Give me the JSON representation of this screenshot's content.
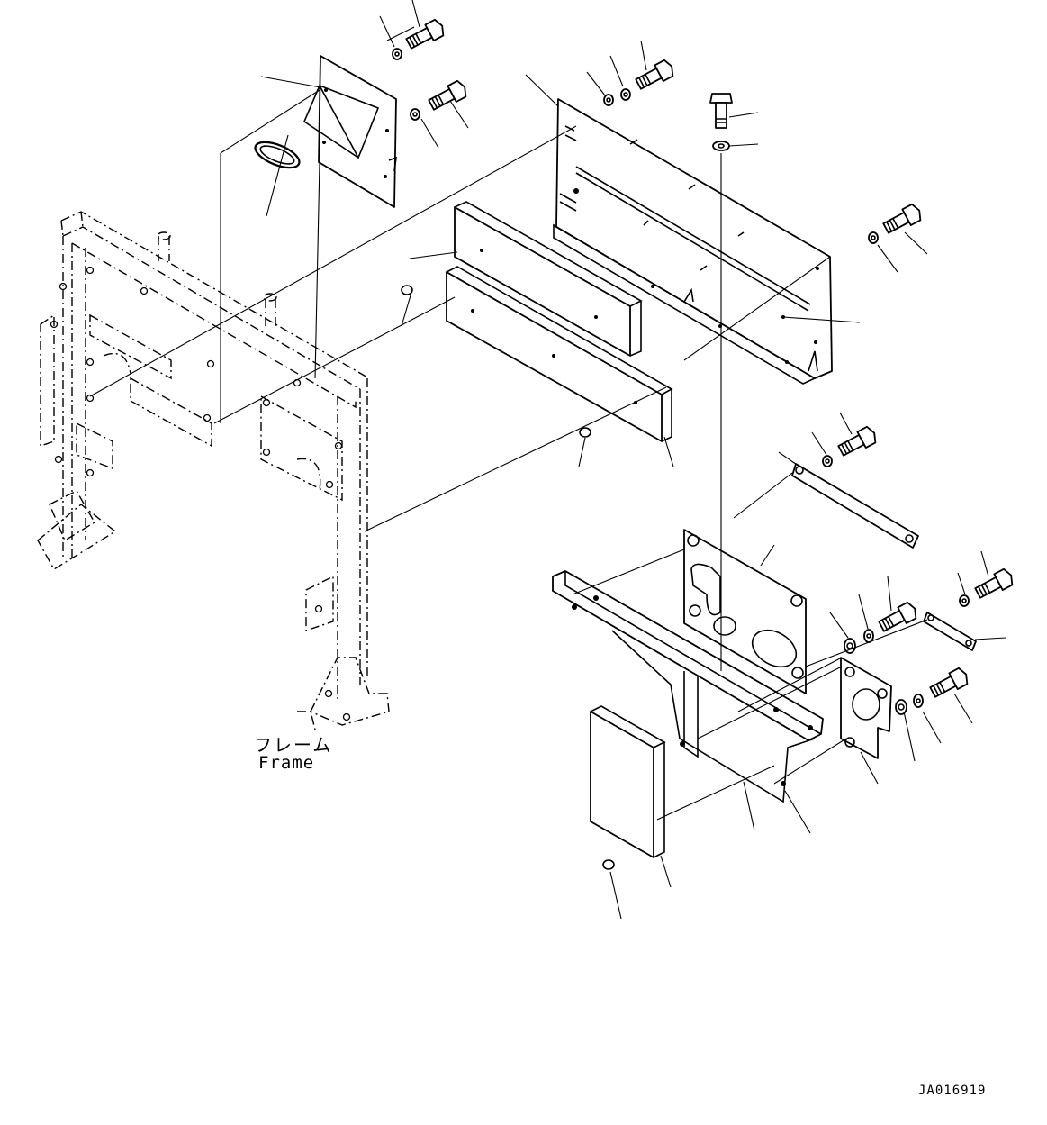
{
  "frame_label": {
    "japanese": "フレーム",
    "english": "Frame"
  },
  "drawing_id": "JA016919",
  "colors": {
    "line": "#000000",
    "background": "#ffffff"
  }
}
